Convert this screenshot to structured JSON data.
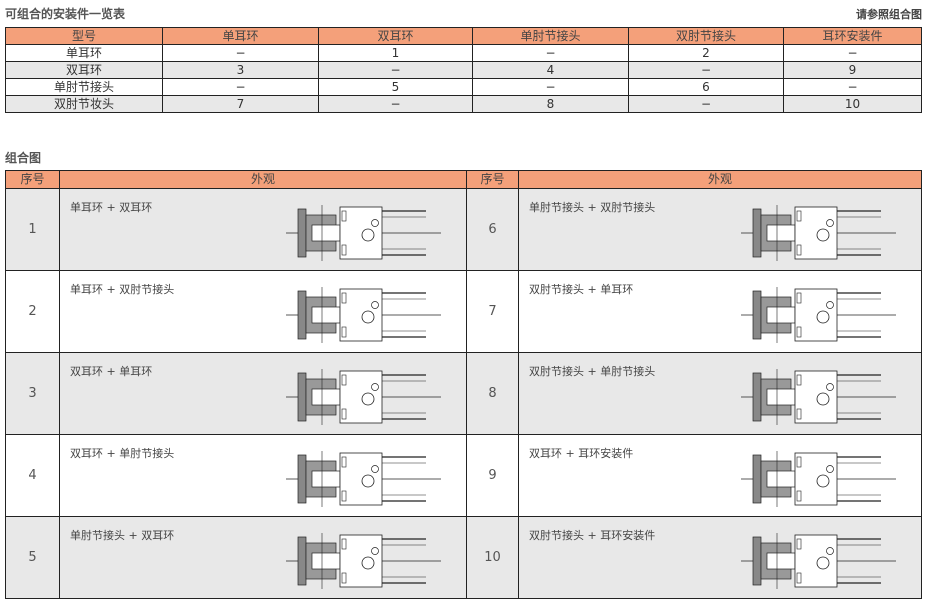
{
  "list_title": "可组合的安装件一览表",
  "note": "请参照组合图",
  "list_table": {
    "headers": [
      "型号",
      "单耳环",
      "双耳环",
      "单肘节接头",
      "双肘节接头",
      "耳环安装件"
    ],
    "rows": [
      [
        "单耳环",
        "−",
        "1",
        "−",
        "2",
        "−"
      ],
      [
        "双耳环",
        "3",
        "−",
        "4",
        "−",
        "9"
      ],
      [
        "单肘节接头",
        "−",
        "5",
        "−",
        "6",
        "−"
      ],
      [
        "双肘节妆头",
        "7",
        "−",
        "8",
        "−",
        "10"
      ]
    ]
  },
  "combo_title": "组合图",
  "combo_table": {
    "headers": [
      "序号",
      "外观",
      "序号",
      "外观"
    ],
    "items": [
      {
        "no": "1",
        "label": "单耳环 + 双耳环"
      },
      {
        "no": "2",
        "label": "单耳环 + 双肘节接头"
      },
      {
        "no": "3",
        "label": "双耳环 + 单耳环"
      },
      {
        "no": "4",
        "label": "双耳环 + 单肘节接头"
      },
      {
        "no": "5",
        "label": "单肘节接头 + 双耳环"
      },
      {
        "no": "6",
        "label": "单肘节接头 + 双肘节接头"
      },
      {
        "no": "7",
        "label": "双肘节接头 + 单耳环"
      },
      {
        "no": "8",
        "label": "双肘节接头 + 单肘节接头"
      },
      {
        "no": "9",
        "label": "双耳环 + 耳环安装件"
      },
      {
        "no": "10",
        "label": "双肘节接头 + 耳环安装件"
      }
    ]
  }
}
